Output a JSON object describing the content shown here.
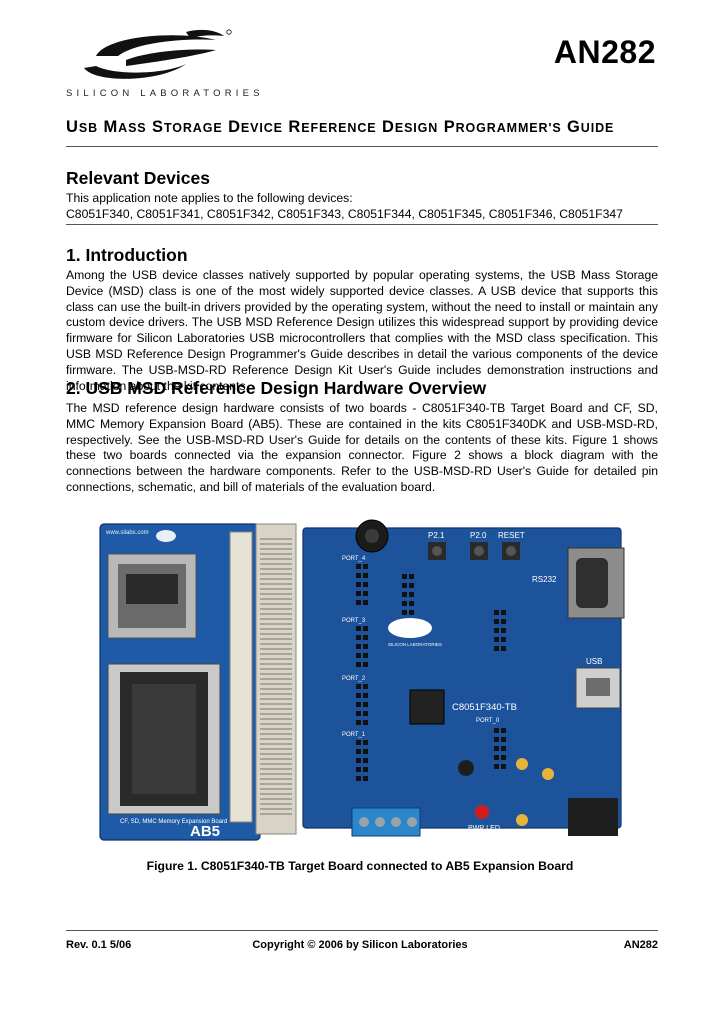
{
  "header": {
    "logo_text": "SILICON LABORATORIES",
    "doc_id": "AN282"
  },
  "title": "USB Mass Storage Device Reference Design Programmer's Guide",
  "relevant": {
    "heading": "Relevant Devices",
    "intro": "This application note applies to the following devices:",
    "devices": "C8051F340, C8051F341, C8051F342, C8051F343, C8051F344, C8051F345, C8051F346, C8051F347"
  },
  "section1": {
    "heading": "1.  Introduction",
    "body": "Among the USB device classes natively supported by popular operating systems, the USB Mass Storage Device (MSD) class is one of the most widely supported device classes. A USB device that supports this class can use the built-in drivers provided by the operating system, without the need to install or maintain any custom device drivers. The USB MSD Reference Design utilizes this widespread support by providing device firmware for Silicon Laboratories USB microcontrollers that complies with the MSD class specification. This USB MSD Reference Design Programmer's Guide describes in detail the various components of the device firmware. The USB-MSD-RD Reference Design Kit User's Guide includes demonstration instructions and information about the kit contents."
  },
  "section2": {
    "heading": "2.  USB MSD Reference Design Hardware Overview",
    "body": "The MSD reference design hardware consists of two boards - C8051F340-TB Target Board and CF, SD, MMC Memory Expansion Board (AB5). These are contained in the kits C8051F340DK and USB-MSD-RD, respectively. See the USB-MSD-RD User's Guide for details on the contents of these kits. Figure 1 shows these two boards connected via the expansion connector. Figure 2 shows a block diagram with the connections between the hardware components. Refer to the USB-MSD-RD User's Guide for detailed pin connections, schematic, and bill of materials of the evaluation board."
  },
  "figure": {
    "caption": "Figure 1. C8051F340-TB Target Board connected to AB5 Expansion Board",
    "board_labels": {
      "url": "www.silabs.com",
      "ab5_desc": "CF, SD, MMC Memory Expansion Board",
      "ab5": "AB5",
      "tb_name": "C8051F340-TB",
      "p21": "P2.1",
      "p20": "P2.0",
      "reset": "RESET",
      "rs232": "RS232",
      "usb": "USB",
      "pwr_led": "PWR LED",
      "port0": "PORT_0",
      "port1": "PORT_1",
      "port2": "PORT_2",
      "port3": "PORT_3",
      "port4": "PORT_4",
      "silabs": "SILICON LABORATORIES"
    },
    "colors": {
      "board_blue": "#1f5aa6",
      "board_dark": "#16407d",
      "connector": "#d8d4c8",
      "terminal": "#2d86c9"
    }
  },
  "footer": {
    "rev": "Rev. 0.1 5/06",
    "copyright": "Copyright © 2006 by Silicon Laboratories",
    "doc_id": "AN282"
  }
}
